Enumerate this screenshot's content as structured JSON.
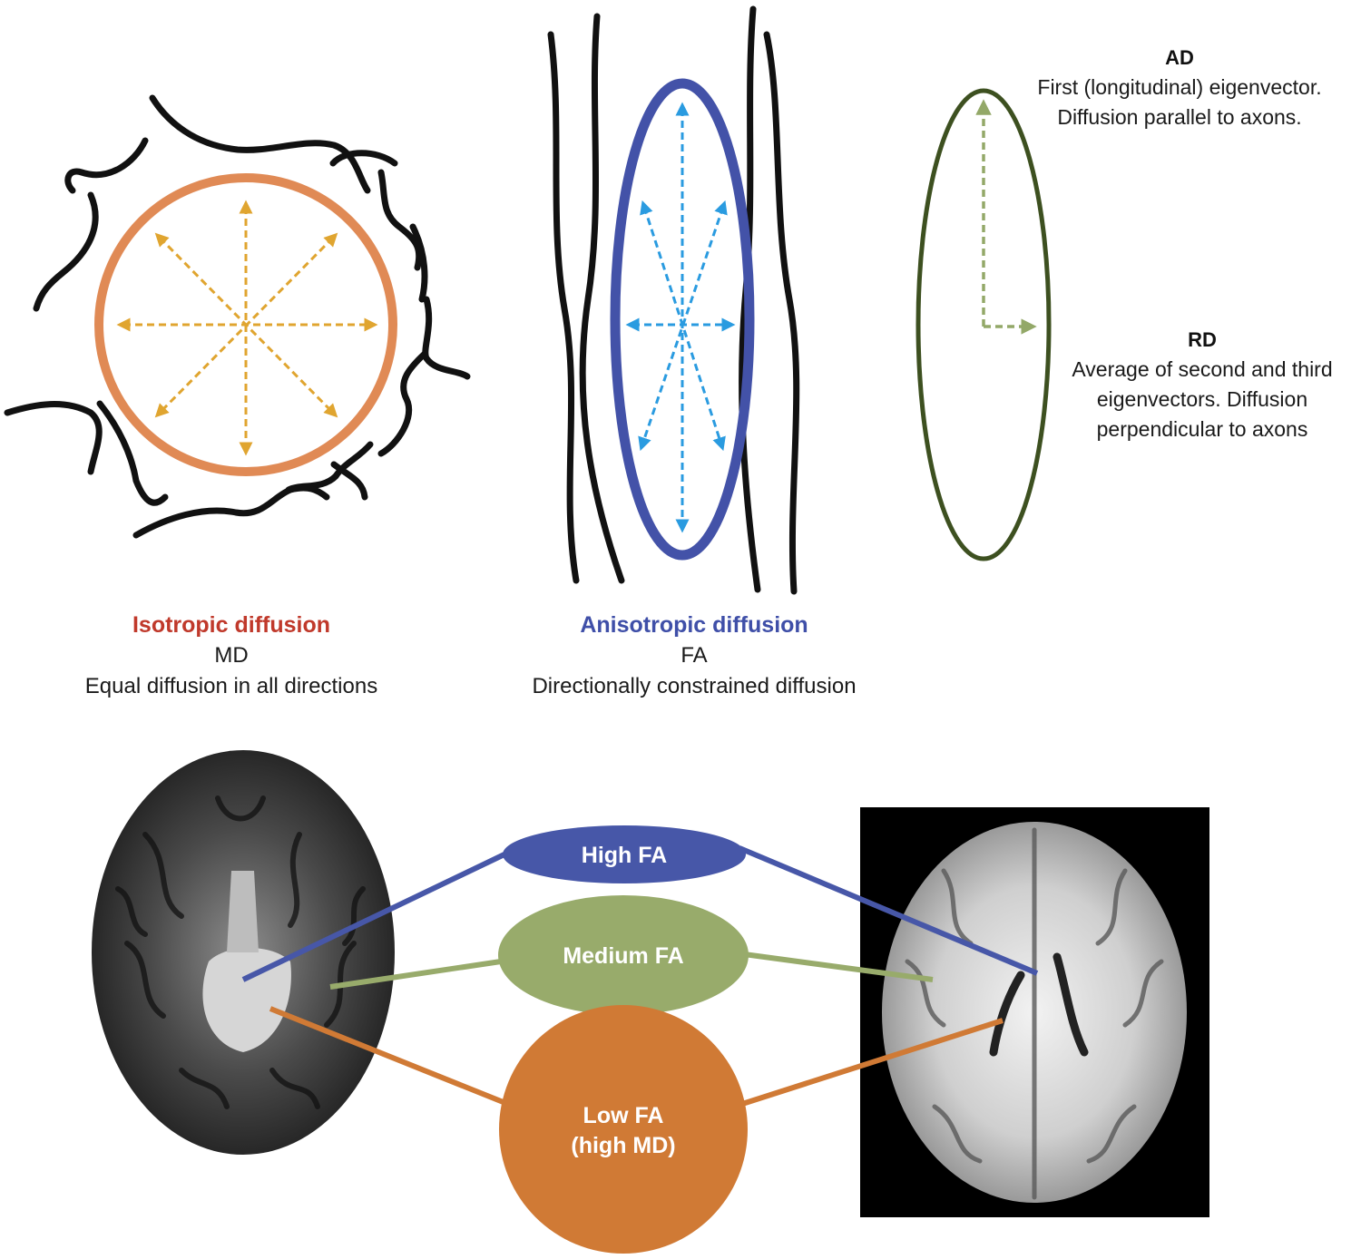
{
  "isotropic": {
    "title": "Isotropic diffusion",
    "metric": "MD",
    "description": "Equal diffusion in all directions",
    "title_color": "#c0392b",
    "ellipse_color": "#e08a55",
    "arrow_color": "#e0a530"
  },
  "anisotropic": {
    "title": "Anisotropic diffusion",
    "metric": "FA",
    "description": "Directionally constrained diffusion",
    "title_color": "#3f4fa8",
    "ellipse_color": "#4352a8",
    "arrow_color": "#2a9be0"
  },
  "ad": {
    "title": "AD",
    "lines": [
      "First (longitudinal) eigenvector.",
      "Diffusion parallel to axons."
    ]
  },
  "rd": {
    "title": "RD",
    "lines": [
      "Average of second and third",
      "eigenvectors. Diffusion",
      "perpendicular to axons"
    ]
  },
  "eigen_ellipse_color": "#3d5020",
  "eigen_arrow_color": "#93a868",
  "fa_levels": {
    "high": {
      "label": "High FA",
      "color": "#4757a8"
    },
    "medium": {
      "label": "Medium FA",
      "color": "#98ab6b"
    },
    "low": {
      "label_line1": "Low FA",
      "label_line2": "(high MD)",
      "color": "#d07a35"
    }
  }
}
